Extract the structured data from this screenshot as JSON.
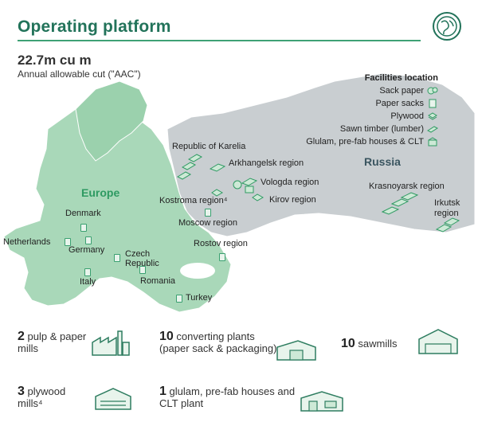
{
  "header": {
    "title": "Operating platform",
    "globe_icon": "globe-leaf-icon"
  },
  "stat": {
    "value": "22.7m cu m",
    "label": "Annual allowable cut (\"AAC\")"
  },
  "legend": {
    "title": "Facilities location",
    "items": [
      {
        "label": "Sack paper",
        "icon": "sack-paper-icon"
      },
      {
        "label": "Paper sacks",
        "icon": "paper-sack-icon"
      },
      {
        "label": "Plywood",
        "icon": "plywood-icon"
      },
      {
        "label": "Sawn timber (lumber)",
        "icon": "sawn-timber-icon"
      },
      {
        "label": "Glulam, pre-fab houses & CLT",
        "icon": "glulam-icon"
      }
    ]
  },
  "map": {
    "europe_label": "Europe",
    "russia_label": "Russia",
    "europe_color": "#2e9a62",
    "russia_color": "#3a5560",
    "regions": [
      {
        "label": "Republic of Karelia"
      },
      {
        "label": "Arkhangelsk region"
      },
      {
        "label": "Vologda region"
      },
      {
        "label": "Kirov region"
      },
      {
        "label": "Kostroma region⁴"
      },
      {
        "label": "Moscow region"
      },
      {
        "label": "Rostov region"
      },
      {
        "label": "Krasnoyarsk region"
      },
      {
        "label": "Irkutsk region"
      }
    ],
    "countries": [
      {
        "label": "Denmark"
      },
      {
        "label": "Netherlands"
      },
      {
        "label": "Germany"
      },
      {
        "label": "Czech Republic"
      },
      {
        "label": "Italy"
      },
      {
        "label": "Romania"
      },
      {
        "label": "Turkey"
      }
    ]
  },
  "facilities": [
    {
      "count": "2",
      "text": "pulp & paper mills",
      "icon": "pulp-mill-icon"
    },
    {
      "count": "10",
      "text": "converting plants (paper sack & packaging)",
      "icon": "converting-plant-icon"
    },
    {
      "count": "10",
      "text": "sawmills",
      "icon": "sawmill-icon"
    },
    {
      "count": "3",
      "text": "plywood mills⁴",
      "icon": "plywood-mill-icon"
    },
    {
      "count": "1",
      "text": "glulam, pre-fab houses and CLT plant",
      "icon": "glulam-plant-icon"
    }
  ]
}
